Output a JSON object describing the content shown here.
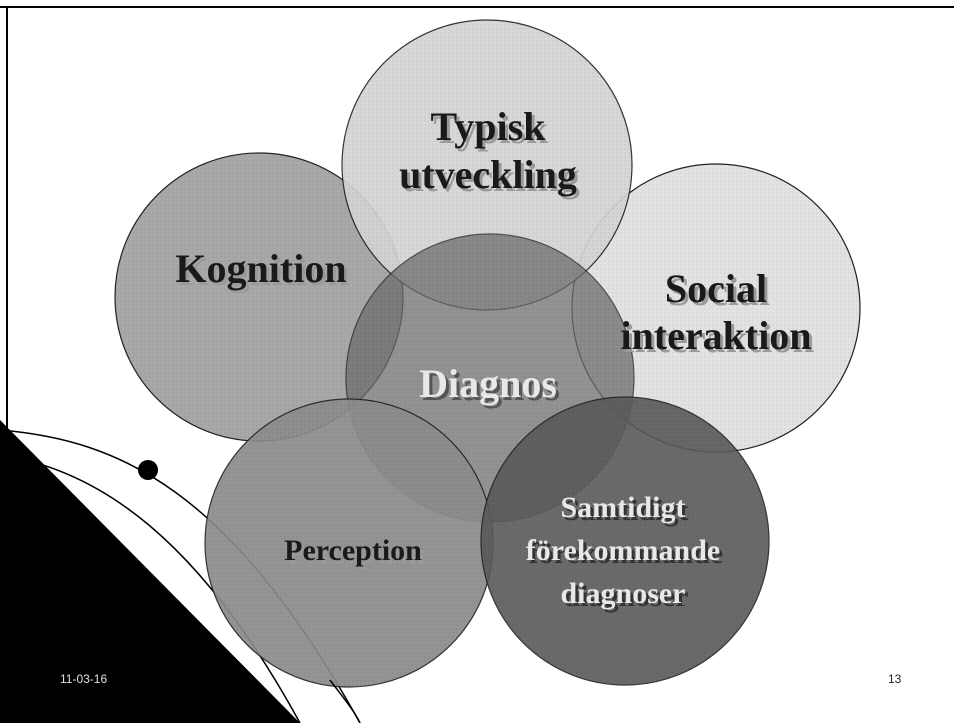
{
  "slide": {
    "date": "11-03-16",
    "page_number": "13"
  },
  "diagram": {
    "center": "Diagnos",
    "top_line1": "Typisk",
    "top_line2": "utveckling",
    "left": "Kognition",
    "right_line1": "Social",
    "right_line2": "interaktion",
    "bottom_left": "Perception",
    "bottom_right_line1": "Samtidigt",
    "bottom_right_line2": "förekommande",
    "bottom_right_line3": "diagnoser"
  },
  "colors": {
    "top_fill": "#d4d4d4",
    "left_fill": "#a8a8a8",
    "right_fill": "#e2e2e2",
    "center_fill": "#7c7c7c",
    "bottom_left_fill": "#8c8c8c",
    "bottom_right_fill": "#646464"
  }
}
